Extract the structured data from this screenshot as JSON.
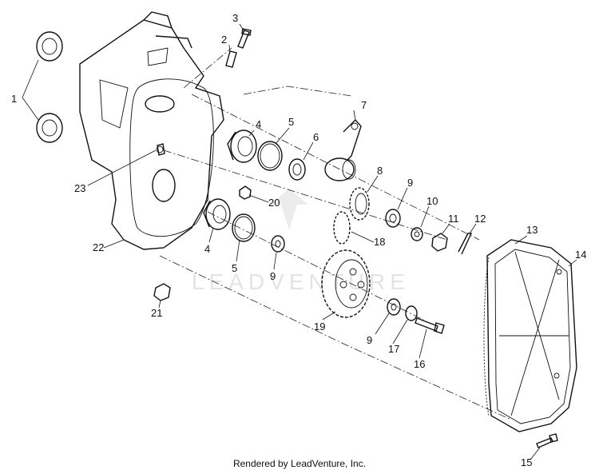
{
  "diagram": {
    "callouts": [
      "1",
      "2",
      "3",
      "4",
      "5",
      "6",
      "7",
      "8",
      "9",
      "10",
      "11",
      "12",
      "13",
      "14",
      "15",
      "16",
      "17",
      "18",
      "19",
      "20",
      "21",
      "22",
      "23",
      "4",
      "5",
      "9",
      "9"
    ],
    "watermark": "LEADVENTURE",
    "footer": "Rendered by LeadVenture, Inc."
  }
}
